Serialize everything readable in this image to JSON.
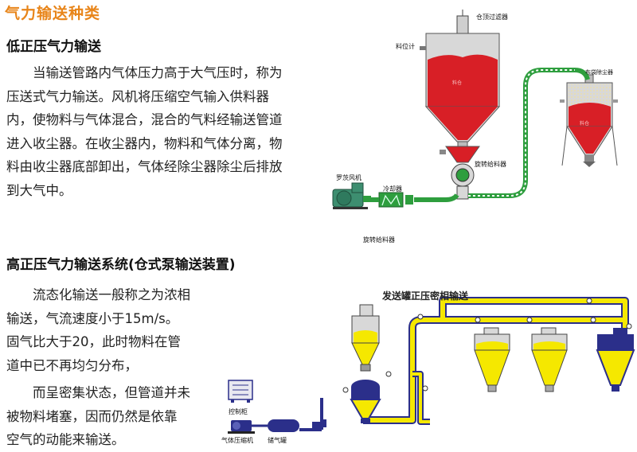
{
  "page_title": "气力输送种类",
  "low_pressure": {
    "title": "低正压气力输送",
    "paragraph_lines": [
      "当输送管路内气体压力高于大气压时，称为",
      "压送式气力输送。风机将压缩空气输入供料器",
      "内，使物料与气体混合，混合的气料经输送管道",
      "进入收尘器。在收尘器内，物料和气体分离，物",
      "料由收尘器底部卸出，气体经除尘器除尘后排放",
      "到大气中。"
    ],
    "diagram_labels": {
      "top_filter": "仓顶过滤器",
      "level_meter": "料位计",
      "dust_collector": "布袋除尘器",
      "rotary_feeder": "旋转给料器",
      "roots_blower": "罗茨风机",
      "cooler": "冷却器",
      "rotary_feeder_caption": "旋转给料器"
    },
    "colors": {
      "material": "#d81f26",
      "pipe": "#2e9e3e",
      "steel": "#d8d8d8"
    }
  },
  "high_pressure": {
    "title": "高正压气力输送系统(仓式泵输送装置)",
    "paragraph_lines": [
      "流态化输送一般称之为浓相",
      "输送，气流速度小于15m/s。",
      "固气比大于20，此时物料在管",
      "道中已不再均匀分布，"
    ],
    "paragraph2_lines": [
      "而呈密集状态，但管道并未",
      "被物料堵塞，因而仍然是依靠",
      "空气的动能来输送。"
    ],
    "diagram_labels": {
      "title": "发送罐正压密相输送",
      "control_cabinet": "控制柜",
      "compressor": "气体压缩机",
      "air_tank": "储气罐"
    },
    "colors": {
      "material": "#f5e800",
      "pipe": "#f5e800",
      "pipe_edge": "#2b2f8a",
      "steel": "#d8d8d8"
    }
  }
}
